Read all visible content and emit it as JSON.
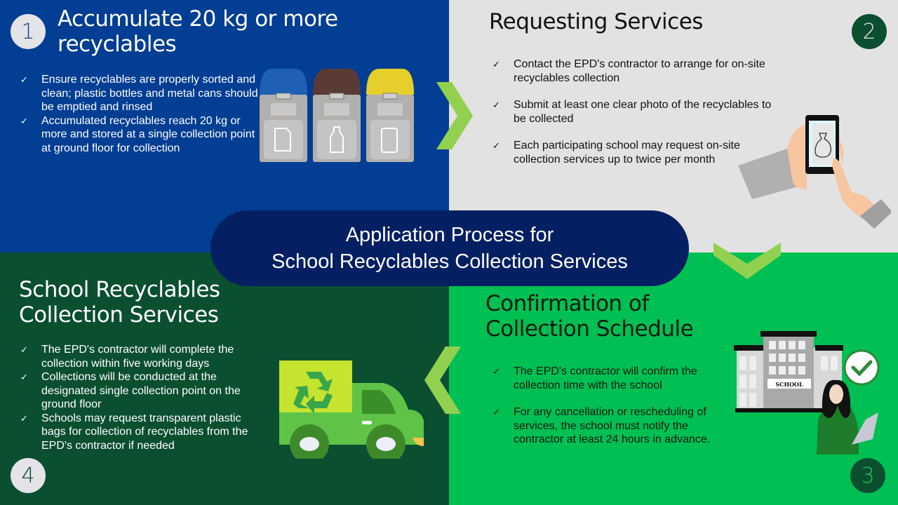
{
  "slide_title": {
    "line1": "Application Process for",
    "line2": "School Recyclables Collection Services",
    "background_color": "#052062"
  },
  "steps": [
    {
      "number": "1",
      "title": "Accumulate 20 kg or more recyclables",
      "background_color": "#023e93",
      "bullets": [
        "Ensure recyclables are properly sorted and clean; plastic bottles and metal cans should be emptied and rinsed",
        "Accumulated recyclables reach 20 kg or more and stored at a single collection point at ground floor for collection"
      ],
      "illustration": "recycling-bins-icon",
      "bins": [
        {
          "lid_color": "#1f5fb4",
          "label": "Paper",
          "icon": "paper-icon"
        },
        {
          "lid_color": "#5a3a34",
          "label": "Plastic bottles",
          "icon": "bottle-icon"
        },
        {
          "lid_color": "#e6cf2a",
          "label": "Metal",
          "icon": "can-icon"
        }
      ]
    },
    {
      "number": "2",
      "title": "Requesting Services",
      "background_color": "#e2e2e2",
      "bullets": [
        "Contact the EPD's contractor to arrange for on-site recyclables collection",
        "Submit at least one clear photo of the recyclables to be collected",
        "Each participating school may request on-site collection services up to twice per month"
      ],
      "illustration": "hand-holding-phone-icon"
    },
    {
      "number": "3",
      "title": "Confirmation of Collection Schedule",
      "background_color": "#00bf53",
      "bullets": [
        "The EPD's contractor will confirm the collection time with the school",
        "For any cancellation or rescheduling of services, the school must notify the contractor at least 24 hours in advance."
      ],
      "illustration": "school-building-operator-icon",
      "building_sign": "SCHOOL"
    },
    {
      "number": "4",
      "title": "School Recyclables Collection Services",
      "background_color": "#0b4f31",
      "bullets": [
        "The EPD's contractor will complete the collection within five working days",
        "Collections will be conducted at the designated single collection point on the ground floor",
        "Schools may request transparent plastic bags for collection of recyclables from the EPD's contractor if needed"
      ],
      "illustration": "recycling-truck-icon"
    }
  ],
  "check_glyph": "✓",
  "arrow_color": "#92d050"
}
